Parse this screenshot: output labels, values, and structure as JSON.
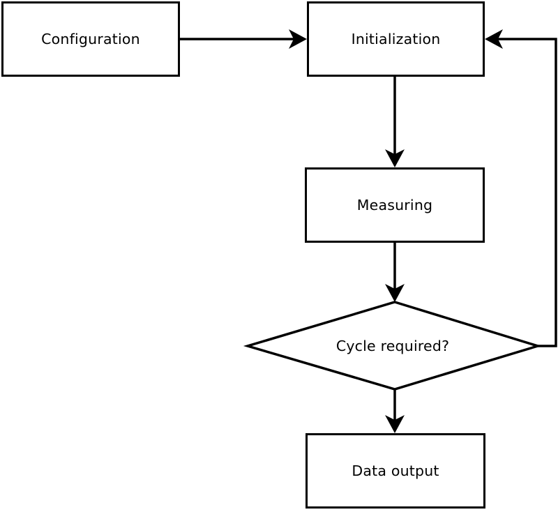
{
  "diagram": {
    "type": "flowchart",
    "background_color": "#ffffff",
    "stroke_color": "#000000",
    "node_fill_color": "#ffffff",
    "text_color": "#000000",
    "nodes": {
      "configuration": {
        "label": "Configuration",
        "shape": "rect"
      },
      "initialization": {
        "label": "Initialization",
        "shape": "rect"
      },
      "measuring": {
        "label": "Measuring",
        "shape": "rect"
      },
      "cycle_required": {
        "label": "Cycle required?",
        "shape": "diamond"
      },
      "data_output": {
        "label": "Data output",
        "shape": "rect"
      }
    },
    "edges": [
      {
        "from": "configuration",
        "to": "initialization"
      },
      {
        "from": "initialization",
        "to": "measuring"
      },
      {
        "from": "measuring",
        "to": "cycle_required"
      },
      {
        "from": "cycle_required",
        "to": "data_output"
      },
      {
        "from": "cycle_required",
        "to": "initialization",
        "note": "feedback loop"
      }
    ]
  }
}
